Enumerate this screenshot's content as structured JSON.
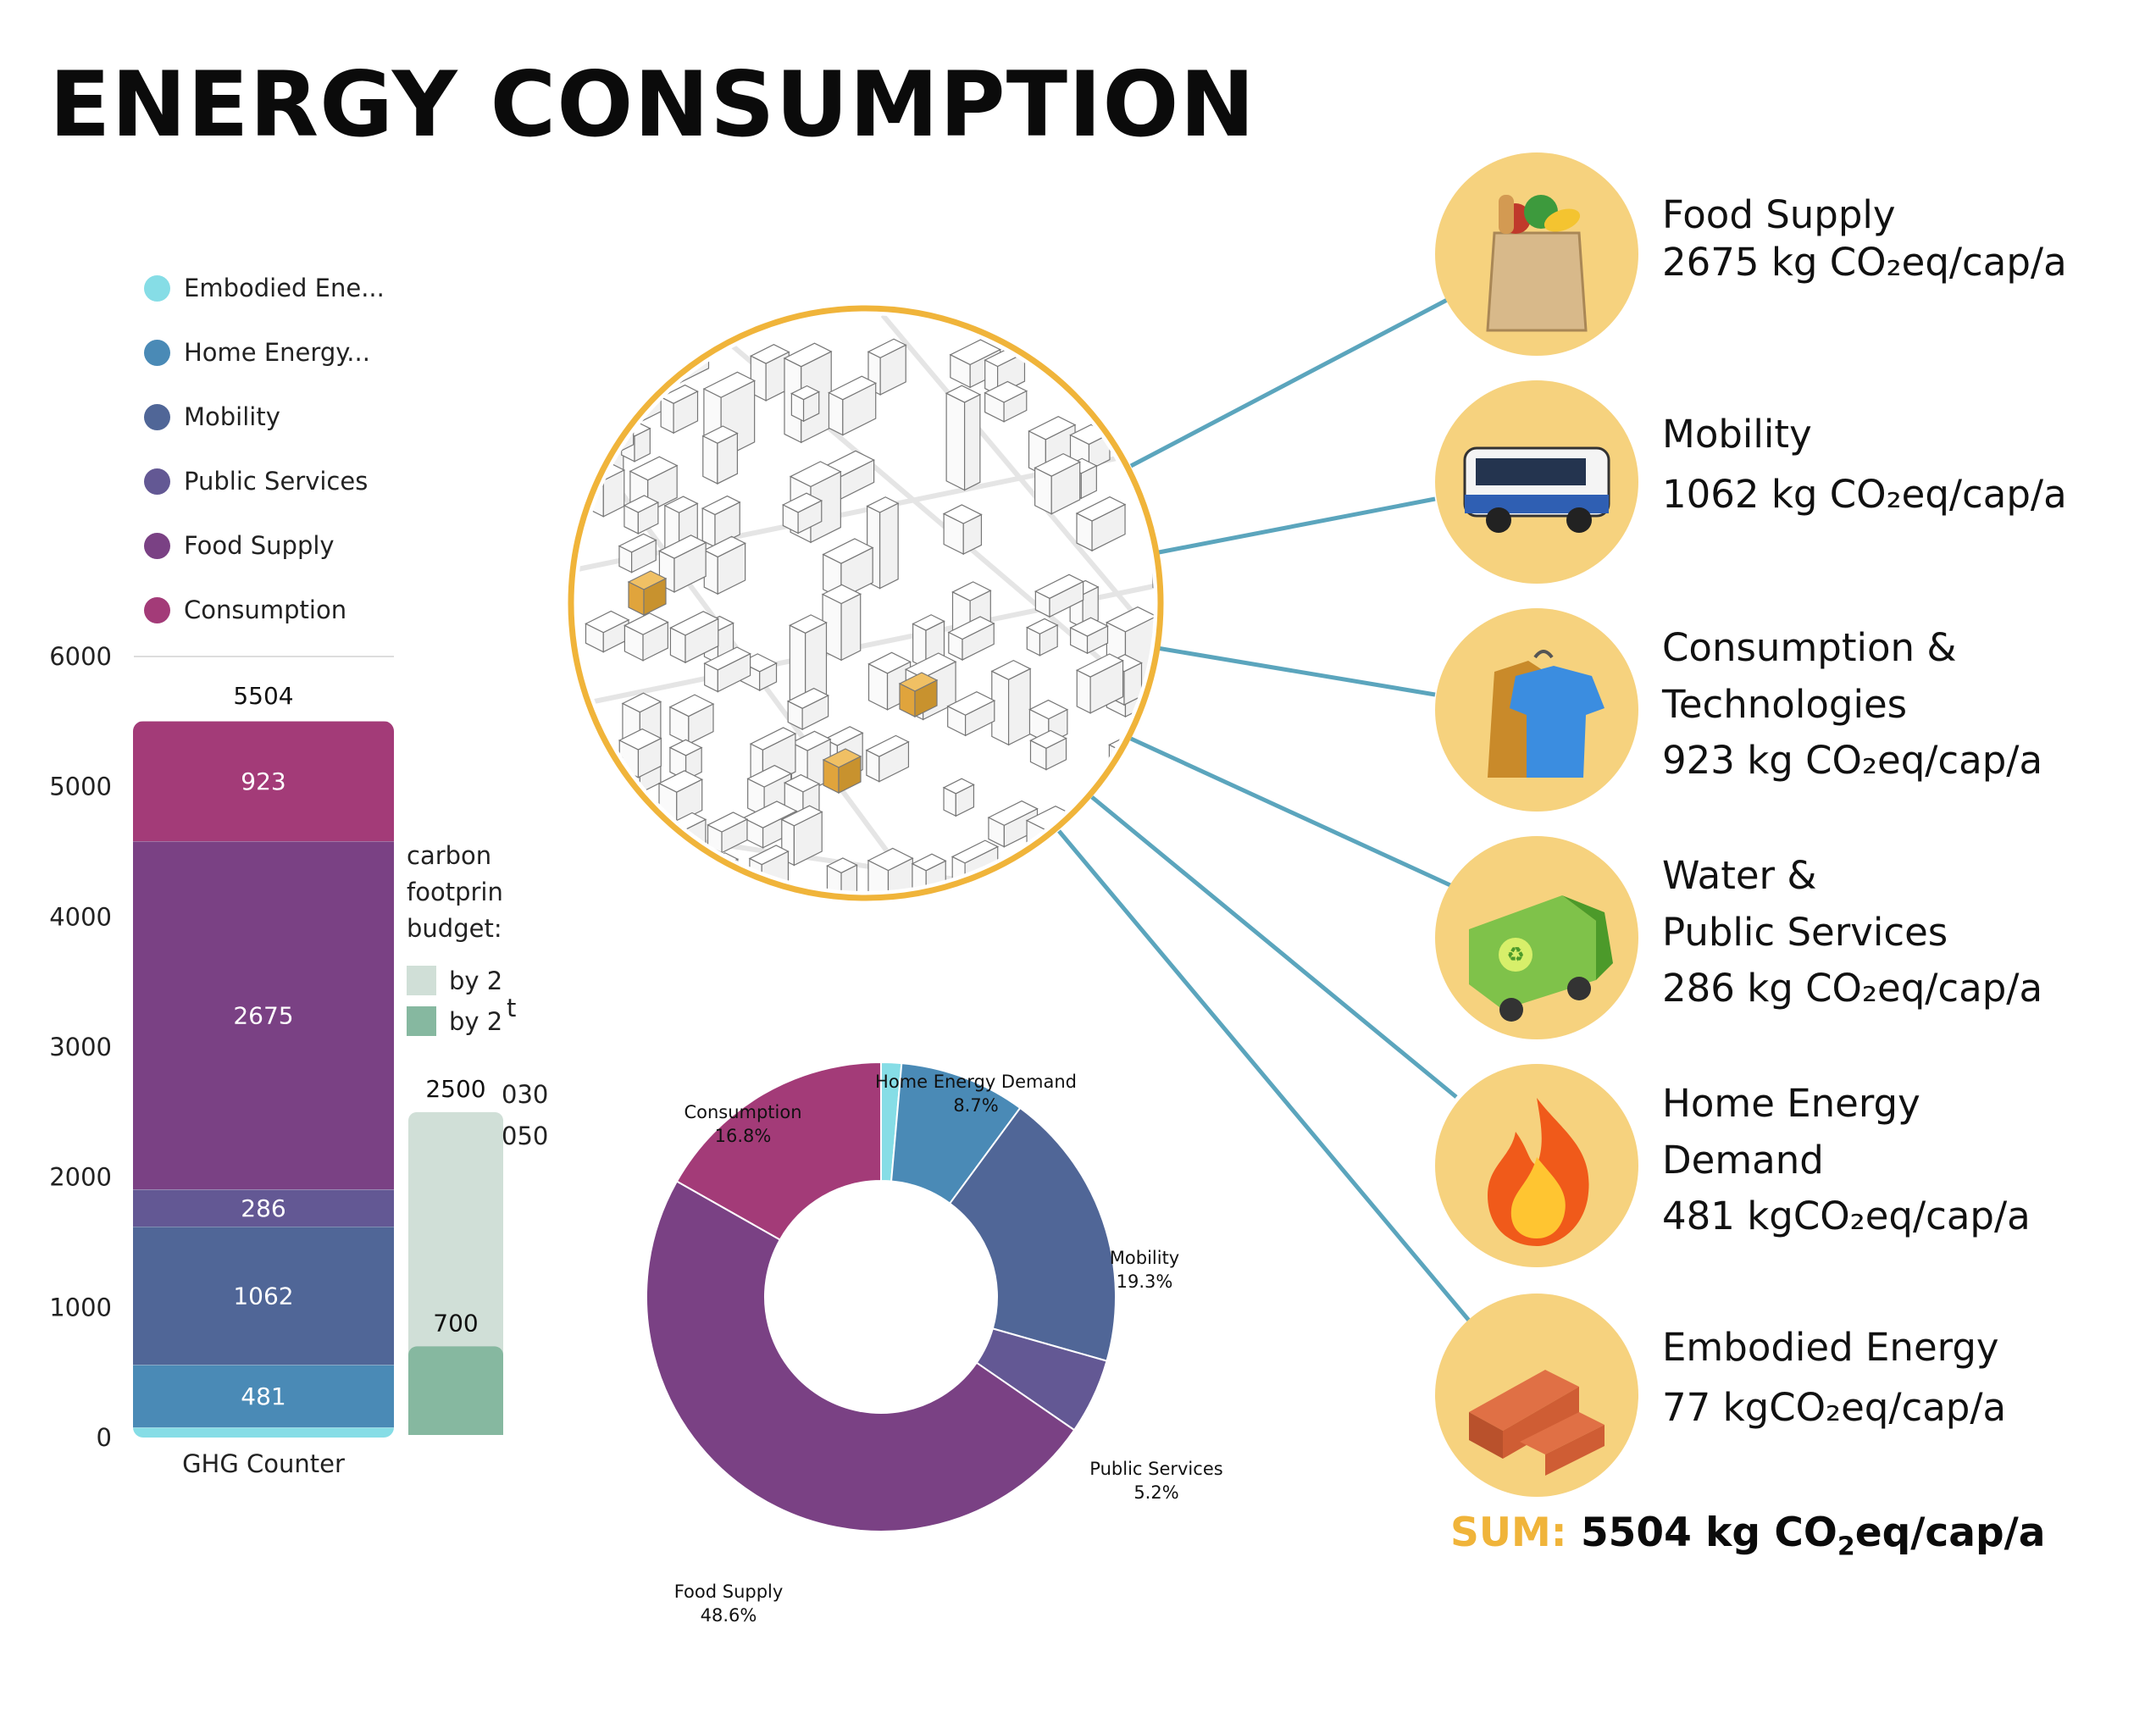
{
  "title": "ENERGY CONSUMPTION",
  "colors": {
    "embodied": "#86dde6",
    "home_energy": "#4a8ab6",
    "mobility": "#506697",
    "public_services": "#635894",
    "food_supply": "#7a4184",
    "consumption": "#a33b78",
    "budget_2030": "#d0dfd7",
    "budget_2050": "#86b8a0",
    "accent_gold": "#f0b43a",
    "circle_bg": "#f6d27e",
    "connector": "#5ba5bd"
  },
  "legend": [
    {
      "label": "Embodied Ene...",
      "color": "#86dde6"
    },
    {
      "label": "Home Energy...",
      "color": "#4a8ab6"
    },
    {
      "label": "Mobility",
      "color": "#506697"
    },
    {
      "label": "Public Services",
      "color": "#635894"
    },
    {
      "label": "Food Supply",
      "color": "#7a4184"
    },
    {
      "label": "Consumption",
      "color": "#a33b78"
    }
  ],
  "budget_legend": {
    "title_lines": [
      "carbon",
      "footprin",
      "budget:"
    ],
    "items": [
      {
        "label": "by 2",
        "color": "#d0dfd7"
      },
      {
        "label": "by 2",
        "color": "#86b8a0"
      }
    ],
    "overflow": {
      "t": "t",
      "y2030": "030",
      "y2050": "050"
    }
  },
  "chart_data": [
    {
      "type": "bar",
      "stacked": true,
      "categories": [
        "GHG Counter"
      ],
      "ylim": [
        0,
        6000
      ],
      "yticks": [
        0,
        1000,
        2000,
        3000,
        4000,
        5000,
        6000
      ],
      "grid": false,
      "legend_position": "top-left",
      "total_label": "5504",
      "series": [
        {
          "name": "Embodied Ene...",
          "values": [
            77
          ],
          "color": "#86dde6",
          "label": ""
        },
        {
          "name": "Home Energy...",
          "values": [
            481
          ],
          "color": "#4a8ab6",
          "label": "481"
        },
        {
          "name": "Mobility",
          "values": [
            1062
          ],
          "color": "#506697",
          "label": "1062"
        },
        {
          "name": "Public Services",
          "values": [
            286
          ],
          "color": "#635894",
          "label": "286"
        },
        {
          "name": "Food Supply",
          "values": [
            2675
          ],
          "color": "#7a4184",
          "label": "2675"
        },
        {
          "name": "Consumption",
          "values": [
            923
          ],
          "color": "#a33b78",
          "label": "923"
        }
      ],
      "budget_bars": [
        {
          "value": 2500,
          "label": "2500",
          "color": "#d0dfd7"
        },
        {
          "value": 700,
          "label": "700",
          "color": "#86b8a0"
        }
      ]
    },
    {
      "type": "pie",
      "donut": true,
      "slices": [
        {
          "label": "Embodied Energy",
          "value": 1.4,
          "pct": "",
          "color": "#86dde6"
        },
        {
          "label": "Home Energy Demand",
          "value": 8.7,
          "pct": "8.7%",
          "color": "#4a8ab6"
        },
        {
          "label": "Mobility",
          "value": 19.3,
          "pct": "19.3%",
          "color": "#506697"
        },
        {
          "label": "Public Services",
          "value": 5.2,
          "pct": "5.2%",
          "color": "#635894"
        },
        {
          "label": "Food Supply",
          "value": 48.6,
          "pct": "48.6%",
          "color": "#7a4184"
        },
        {
          "label": "Consumption",
          "value": 16.8,
          "pct": "16.8%",
          "color": "#a33b78"
        }
      ]
    }
  ],
  "categories": [
    {
      "title_lines": [
        "Food Supply"
      ],
      "value": "2675 kg CO₂eq/cap/a",
      "icon": "grocery-bag-icon"
    },
    {
      "title_lines": [
        "Mobility"
      ],
      "value": "1062 kg CO₂eq/cap/a",
      "icon": "bus-icon"
    },
    {
      "title_lines": [
        "Consumption &",
        "Technologies"
      ],
      "value": "923 kg CO₂eq/cap/a",
      "icon": "clothes-icon"
    },
    {
      "title_lines": [
        "Water &",
        "Public Services"
      ],
      "value": "286 kg CO₂eq/cap/a",
      "icon": "recycling-truck-icon"
    },
    {
      "title_lines": [
        "Home Energy",
        "Demand"
      ],
      "value": "481 kgCO₂eq/cap/a",
      "icon": "flame-icon"
    },
    {
      "title_lines": [
        "Embodied Energy"
      ],
      "value": "77 kgCO₂eq/cap/a",
      "icon": "bricks-icon"
    }
  ],
  "sum": {
    "label": "SUM:",
    "value_prefix": "5504 kg CO",
    "subscript": "2",
    "value_suffix": "eq/cap/a"
  }
}
